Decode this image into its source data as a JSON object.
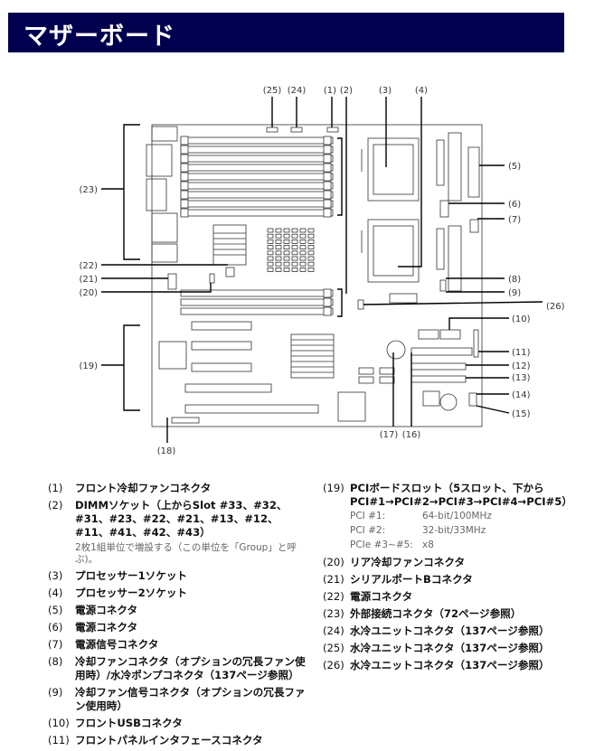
{
  "header": {
    "title": "マザーボード"
  },
  "diagram": {
    "callouts": [
      "(1)",
      "(2)",
      "(3)",
      "(4)",
      "(5)",
      "(6)",
      "(7)",
      "(8)",
      "(9)",
      "(10)",
      "(11)",
      "(12)",
      "(13)",
      "(14)",
      "(15)",
      "(16)",
      "(17)",
      "(18)",
      "(19)",
      "(20)",
      "(21)",
      "(22)",
      "(23)",
      "(24)",
      "(25)",
      "(26)"
    ]
  },
  "legend": {
    "left": [
      {
        "num": "(1)",
        "text": "フロント冷却ファンコネクタ"
      },
      {
        "num": "(2)",
        "text": "DIMMソケット（上からSlot #33、#32、#31、#23、#22、#21、#13、#12、#11、#41、#42、#43）",
        "note": "2枚1組単位で増設する（この単位を「Group」と呼ぶ)。"
      },
      {
        "num": "(3)",
        "text": "プロセッサー1ソケット"
      },
      {
        "num": "(4)",
        "text": "プロセッサー2ソケット"
      },
      {
        "num": "(5)",
        "text": "電源コネクタ"
      },
      {
        "num": "(6)",
        "text": "電源コネクタ"
      },
      {
        "num": "(7)",
        "text": "電源信号コネクタ"
      },
      {
        "num": "(8)",
        "text": "冷却ファンコネクタ（オプションの冗長ファン使用時）/水冷ポンプコネクタ（137ページ参照）"
      },
      {
        "num": "(9)",
        "text": "冷却ファン信号コネクタ（オプションの冗長ファン使用時）"
      },
      {
        "num": "(10)",
        "text": "フロントUSBコネクタ"
      },
      {
        "num": "(11)",
        "text": "フロントパネルインタフェースコネクタ"
      }
    ],
    "right": [
      {
        "num": "(19)",
        "text": "PCIボードスロット（5スロット、下からPCI#1→PCI#2→PCI#3→PCI#4→PCI#5）",
        "specs": [
          {
            "k": "PCI #1:",
            "v": "64-bit/100MHz"
          },
          {
            "k": "PCI #2:",
            "v": "32-bit/33MHz"
          },
          {
            "k": "PCIe #3~#5:",
            "v": "x8"
          }
        ]
      },
      {
        "num": "(20)",
        "text": "リア冷却ファンコネクタ"
      },
      {
        "num": "(21)",
        "text": "シリアルポートBコネクタ"
      },
      {
        "num": "(22)",
        "text": "電源コネクタ"
      },
      {
        "num": "(23)",
        "text": "外部接続コネクタ（72ページ参照）"
      },
      {
        "num": "(24)",
        "text": "水冷ユニットコネクタ（137ページ参照）"
      },
      {
        "num": "(25)",
        "text": "水冷ユニットコネクタ（137ページ参照）"
      },
      {
        "num": "(26)",
        "text": "水冷ユニットコネクタ（137ページ参照）"
      }
    ]
  }
}
